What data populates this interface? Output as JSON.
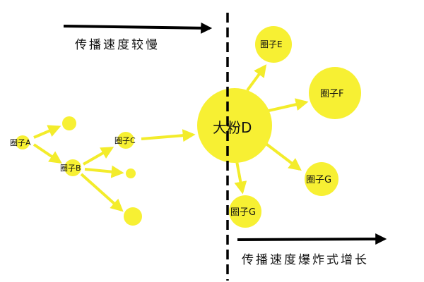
{
  "colors": {
    "node_fill": "#f7f033",
    "arrow": "#f3ec2b",
    "text": "#111111",
    "divider": "#000000"
  },
  "labels": {
    "slow": "传播速度较慢",
    "fast": "传播速度爆炸式增长"
  },
  "nodes": {
    "a": "圈子A",
    "b": "圈子B",
    "c": "圈子C",
    "d": "大粉D",
    "e": "圈子E",
    "f": "圈子F",
    "g1": "圈子G",
    "g2": "圈子G"
  }
}
